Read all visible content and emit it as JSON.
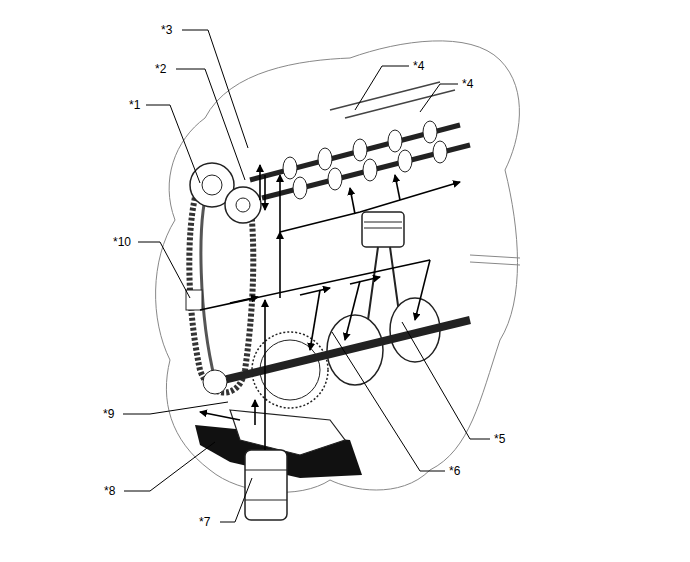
{
  "diagram": {
    "labels": [
      "*3",
      "*2",
      "*4",
      "*4",
      "*1",
      "*10",
      "*9",
      "*5",
      "*8",
      "*6",
      "*7"
    ]
  }
}
